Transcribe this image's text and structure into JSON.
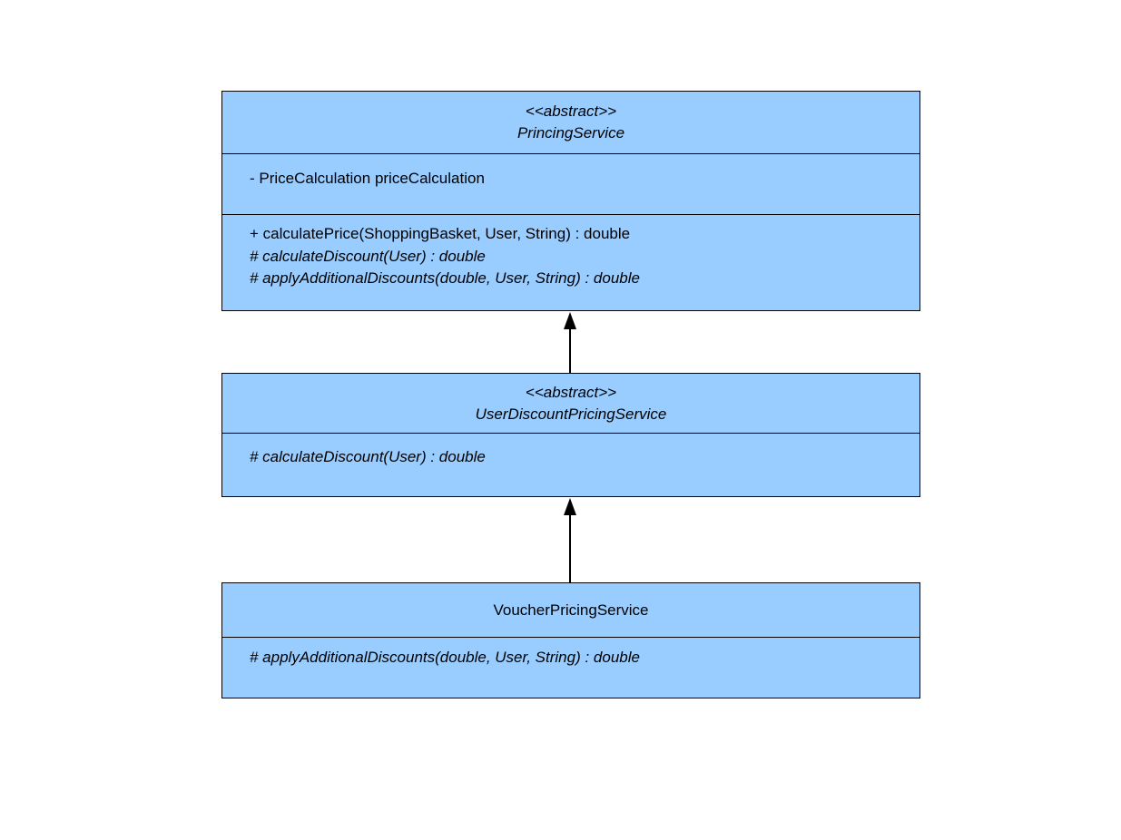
{
  "diagram": {
    "type": "uml-class-diagram",
    "colors": {
      "class_fill": "#99CCFF",
      "class_border": "#000000",
      "arrow": "#000000",
      "background": "#FFFFFF"
    },
    "classes": [
      {
        "stereotype": "<<abstract>>",
        "name": "PrincingService",
        "abstract": true,
        "attributes": [
          "- PriceCalculation priceCalculation"
        ],
        "methods": [
          "+ calculatePrice(ShoppingBasket, User, String) : double",
          "# calculateDiscount(User) : double",
          "# applyAdditionalDiscounts(double, User, String) : double"
        ]
      },
      {
        "stereotype": "<<abstract>>",
        "name": "UserDiscountPricingService",
        "abstract": true,
        "attributes": [],
        "methods": [
          "# calculateDiscount(User) : double"
        ]
      },
      {
        "stereotype": "",
        "name": "VoucherPricingService",
        "abstract": false,
        "attributes": [],
        "methods": [
          "# applyAdditionalDiscounts(double, User, String) : double"
        ]
      }
    ],
    "relations": [
      {
        "type": "inheritance",
        "from": "UserDiscountPricingService",
        "to": "PrincingService"
      },
      {
        "type": "inheritance",
        "from": "VoucherPricingService",
        "to": "UserDiscountPricingService"
      }
    ]
  }
}
